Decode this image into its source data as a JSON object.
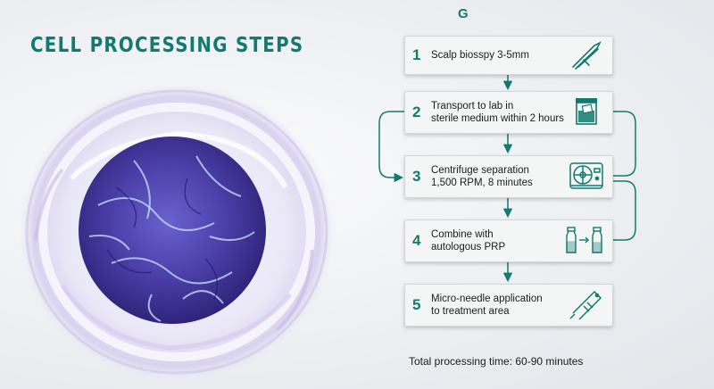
{
  "title": "CELL PROCESSING STEPS",
  "corner_label": "G",
  "steps": [
    {
      "number": "1",
      "line1": "Scalp biosspy 3-5mm",
      "line2": "",
      "icon": "scalpel-icon"
    },
    {
      "number": "2",
      "line1": "Transport to lab in",
      "line2": "sterile medium within 2 hours",
      "icon": "specimen-container-icon"
    },
    {
      "number": "3",
      "line1": "Centrifuge separation",
      "line2": "1,500 RPM, 8 minutes",
      "icon": "centrifuge-icon"
    },
    {
      "number": "4",
      "line1": "Combine with",
      "line2": "autologous PRP",
      "icon": "vials-transfer-icon"
    },
    {
      "number": "5",
      "line1": "Micro-needle application",
      "line2": "to treatment area",
      "icon": "microneedle-pen-icon"
    }
  ],
  "total": "Total processing time: 60-90 minutes",
  "colors": {
    "accent": "#127a70",
    "cell_nucleus": "#4b3fa8",
    "cell_membrane": "#e6e6f6"
  }
}
